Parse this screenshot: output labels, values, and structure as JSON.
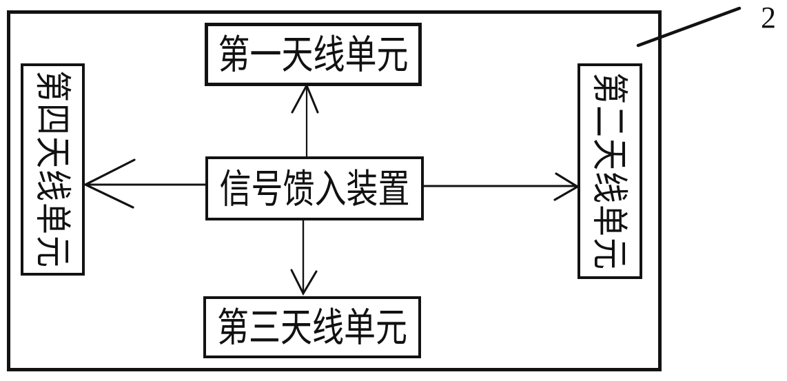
{
  "diagram": {
    "reference_label": "2",
    "nodes": {
      "top": {
        "id": "first-antenna-unit",
        "text": "第一天线单元",
        "orientation": "horizontal"
      },
      "right": {
        "id": "second-antenna-unit",
        "text": "第二天线单元",
        "orientation": "vertical-rotated-90cw"
      },
      "bottom": {
        "id": "third-antenna-unit",
        "text": "第三天线单元",
        "orientation": "horizontal"
      },
      "left": {
        "id": "fourth-antenna-unit",
        "text": "第四天线单元",
        "orientation": "vertical-rotated-90cw"
      },
      "center": {
        "id": "signal-feed-in-device",
        "text": "信号馈入装置",
        "orientation": "horizontal"
      }
    },
    "connections": [
      {
        "from": "signal-feed-in-device",
        "to": "first-antenna-unit",
        "style": "open-arrow",
        "direction": "up"
      },
      {
        "from": "signal-feed-in-device",
        "to": "second-antenna-unit",
        "style": "open-arrow",
        "direction": "right"
      },
      {
        "from": "signal-feed-in-device",
        "to": "third-antenna-unit",
        "style": "open-arrow",
        "direction": "down"
      },
      {
        "from": "signal-feed-in-device",
        "to": "fourth-antenna-unit",
        "style": "open-arrow",
        "direction": "left"
      }
    ],
    "leader": {
      "label": "2",
      "points_to": "outer-frame"
    },
    "colors": {
      "stroke": "#121212",
      "background": "#ffffff",
      "text": "#111111"
    }
  }
}
